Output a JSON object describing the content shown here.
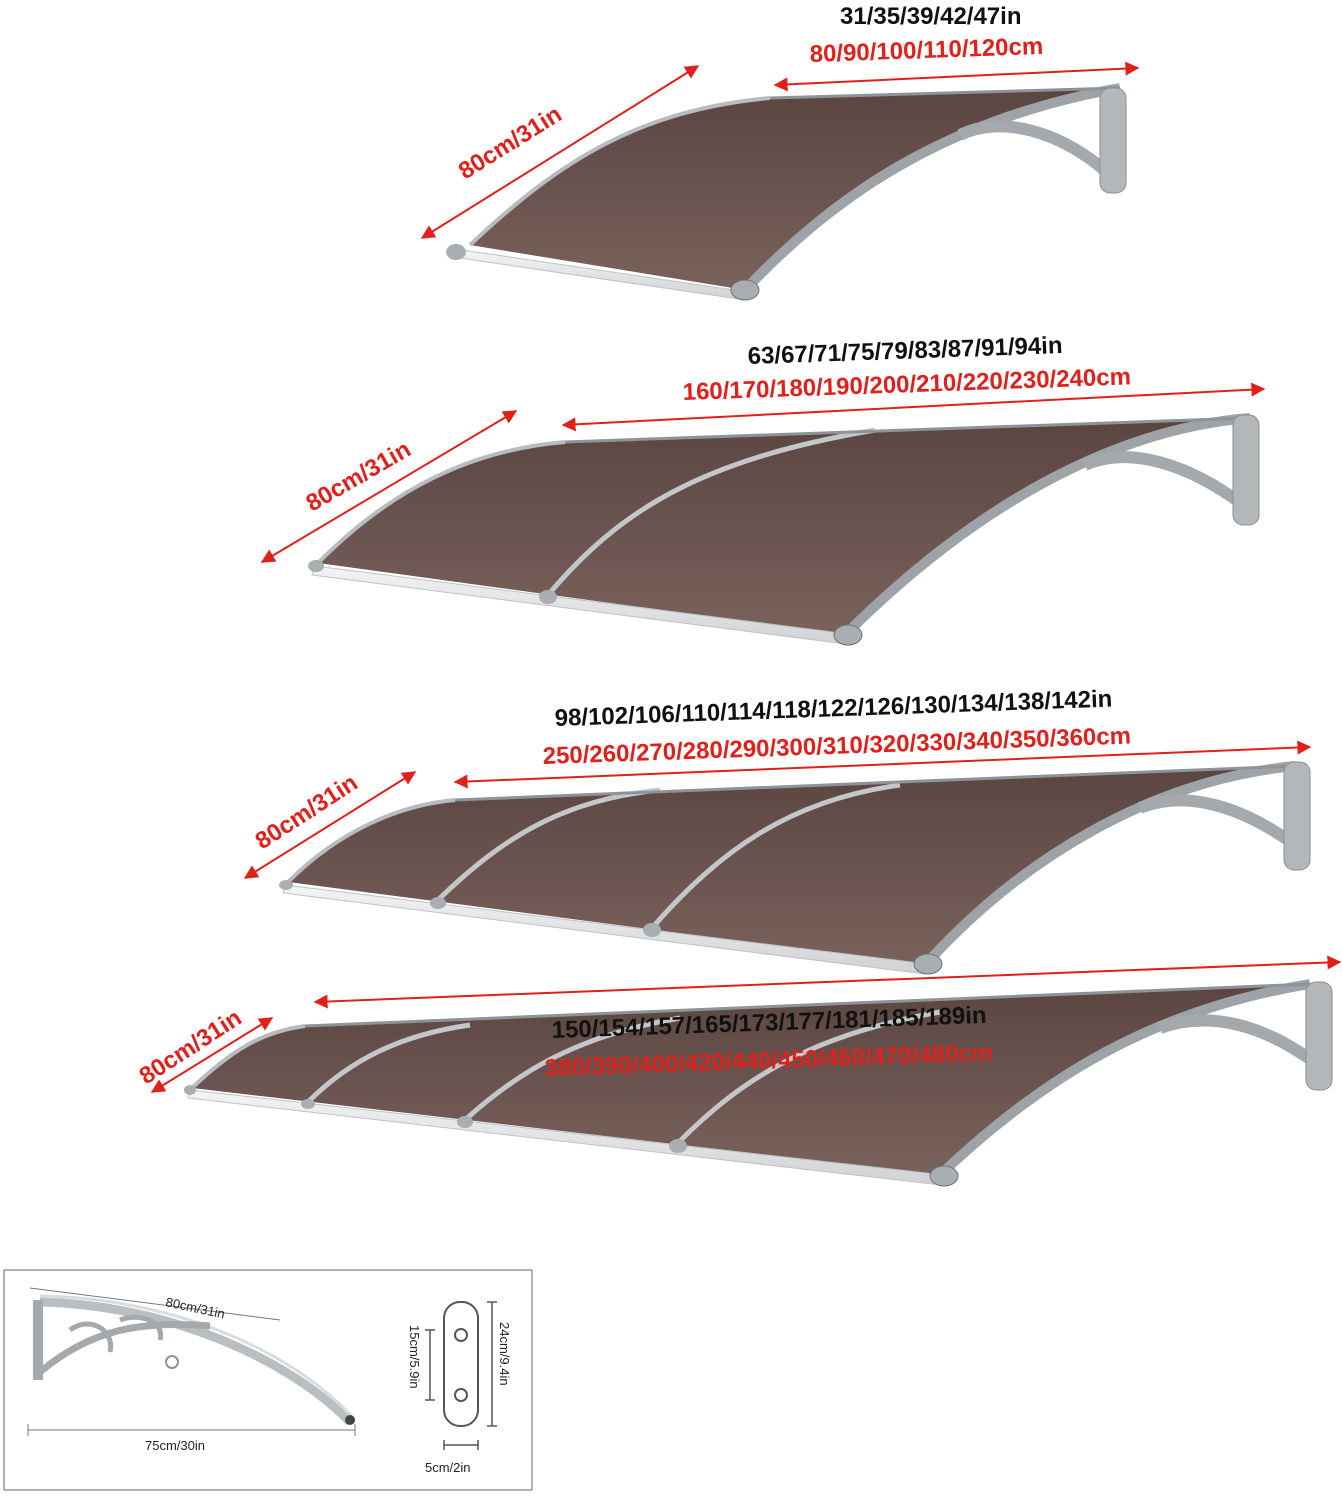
{
  "colors": {
    "panel": "#6e5752",
    "panel_dark": "#4e3a36",
    "frame": "#a9aeb2",
    "frame_dark": "#6f7478",
    "bracket": "#a4a9ad",
    "red_label": "#e0201b",
    "black_label": "#111111"
  },
  "awnings": [
    {
      "inch_label": "31/35/39/42/47in",
      "cm_label": "80/90/100/110/120cm",
      "depth_label": "80cm/31in",
      "panels": 1
    },
    {
      "inch_label": "63/67/71/75/79/83/87/91/94in",
      "cm_label": "160/170/180/190/200/210/220/230/240cm",
      "depth_label": "80cm/31in",
      "panels": 2
    },
    {
      "inch_label": "98/102/106/110/114/118/122/126/130/134/138/142in",
      "cm_label": "250/260/270/280/290/300/310/320/330/340/350/360cm",
      "depth_label": "80cm/31in",
      "panels": 3
    },
    {
      "inch_label": "150/154/157/165/173/177/181/185/189in",
      "cm_label": "380/390/400/420/440/450/460/470/480cm",
      "depth_label": "80cm/31in",
      "panels": 4
    }
  ],
  "detail": {
    "arc_label": "80cm/31in",
    "base_label": "75cm/30in",
    "plate_height_label": "24cm/9.4in",
    "hole_spacing_label": "15cm/5.9in",
    "plate_width_label": "5cm/2in"
  }
}
